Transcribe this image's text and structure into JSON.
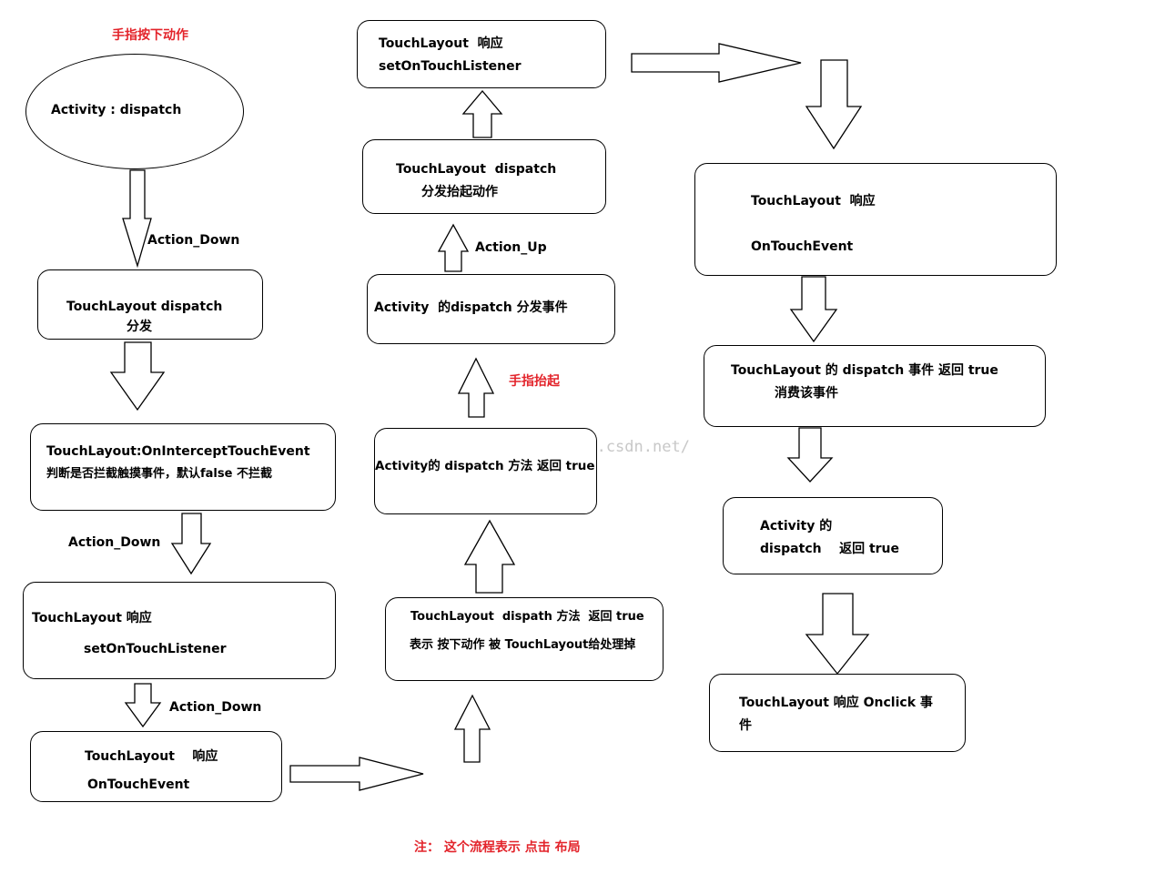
{
  "annotations": {
    "finger_down": "手指按下动作",
    "finger_up": "手指抬起",
    "note": "注：  这个流程表示 点击 布局",
    "watermark": "http://blog.csdn.net/"
  },
  "labels": {
    "action_down_1": "Action_Down",
    "action_down_2": "Action_Down",
    "action_down_3": "Action_Down",
    "action_up": "Action_Up"
  },
  "nodes": {
    "activity_dispatch_start": {
      "line1": "Activity : dispatch"
    },
    "tl_dispatch_down": {
      "line1": "TouchLayout dispatch",
      "line2": "分发"
    },
    "tl_intercept": {
      "line1": "TouchLayout:OnInterceptTouchEvent",
      "line2": "判断是否拦截触摸事件，默认false 不拦截"
    },
    "tl_listener_down": {
      "line1": "TouchLayout 响应",
      "line2": "setOnTouchListener"
    },
    "tl_ontouch_down": {
      "line1": "TouchLayout    响应",
      "line2": "OnTouchEvent"
    },
    "tl_dispath_true": {
      "line1": "TouchLayout  dispath 方法  返回 true",
      "line2": "表示 按下动作 被 TouchLayout给处理掉"
    },
    "activity_dispatch_true_1": {
      "line1": "Activity的 dispatch 方法 返回 true"
    },
    "activity_dispatch_up": {
      "line1": "Activity  的dispatch 分发事件"
    },
    "tl_dispatch_up": {
      "line1": "TouchLayout  dispatch",
      "line2": "分发抬起动作"
    },
    "tl_listener_up": {
      "line1": "TouchLayout  响应",
      "line2": "setOnTouchListener"
    },
    "tl_ontouch_up": {
      "line1": "TouchLayout  响应",
      "line2": "OnTouchEvent"
    },
    "tl_dispatch_consume": {
      "line1": "TouchLayout 的 dispatch 事件 返回 true",
      "line2": "消费该事件"
    },
    "activity_dispatch_true_2": {
      "line1": "Activity 的",
      "line2": "dispatch    返回 true"
    },
    "tl_onclick": {
      "line1": "TouchLayout 响应 Onclick 事",
      "line2": "件"
    }
  },
  "colors": {
    "annotation_red": "#e3242b",
    "line": "#000000",
    "watermark": "#c8c8c8"
  }
}
